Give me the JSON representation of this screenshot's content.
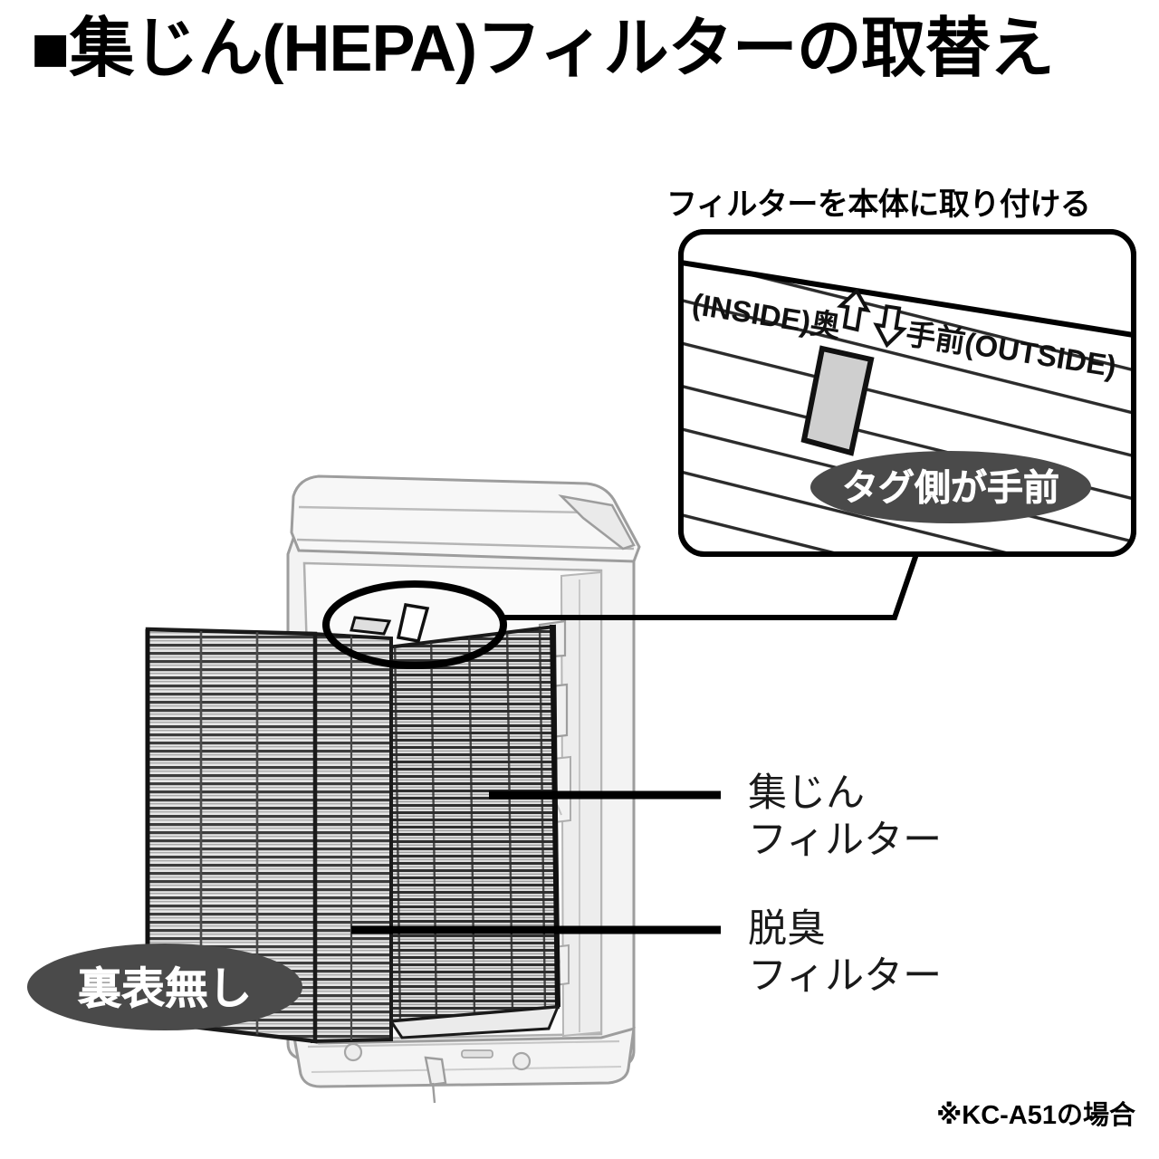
{
  "page": {
    "title": "■集じん(HEPA)フィルターの取替え",
    "footnote": "※KC-A51の場合",
    "bg_color": "#ffffff",
    "ink_color": "#000000"
  },
  "callout": {
    "heading": "フィルターを本体に取り付ける",
    "inside_label": "(INSIDE)奥",
    "outside_label": "手前(OUTSIDE)",
    "up_arrow_icon": "arrow-up-outline-icon",
    "down_arrow_icon": "arrow-down-outline-icon",
    "badge_text": "タグ側が手前",
    "badge_color": "#4a4a4a",
    "tag_fill": "#cfcfcf",
    "box_fill": "#ffffff"
  },
  "diagram": {
    "highlight_oval_name": "tag-area-highlight-oval",
    "appliance_name": "air-purifier-body",
    "appliance_fill": "#f1f1f1",
    "appliance_stroke": "#9a9a9a",
    "filter_fill": "#d8d8d8",
    "filter_stroke": "#1a1a1a"
  },
  "labels": {
    "dust_filter": {
      "line1": "集じん",
      "line2": "フィルター"
    },
    "deodorizing_filter": {
      "line1": "脱臭",
      "line2": "フィルター"
    }
  },
  "badges": {
    "reversible": {
      "text": "裏表無し",
      "color": "#4a4a4a"
    }
  }
}
